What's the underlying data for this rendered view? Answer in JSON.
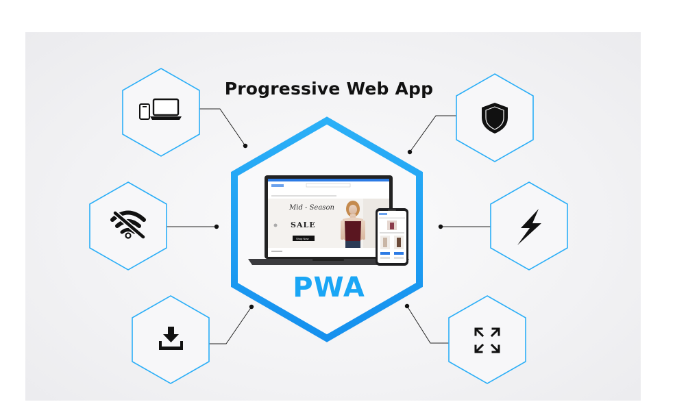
{
  "title": "Progressive Web App",
  "center_label": "PWA",
  "mockup": {
    "banner_script": "Mid - Season",
    "banner_sale": "SALE",
    "banner_button": "Shop Now"
  },
  "features": [
    {
      "icon": "devices-icon"
    },
    {
      "icon": "wifi-off-icon"
    },
    {
      "icon": "download-icon"
    },
    {
      "icon": "shield-icon"
    },
    {
      "icon": "lightning-icon"
    },
    {
      "icon": "expand-icon"
    }
  ],
  "colors": {
    "hex_border": "#1fa9f6",
    "hex_border_light": "#5fc4fb",
    "pwa_text": "#1aa6f5",
    "icon": "#111111",
    "connector": "#222222"
  }
}
